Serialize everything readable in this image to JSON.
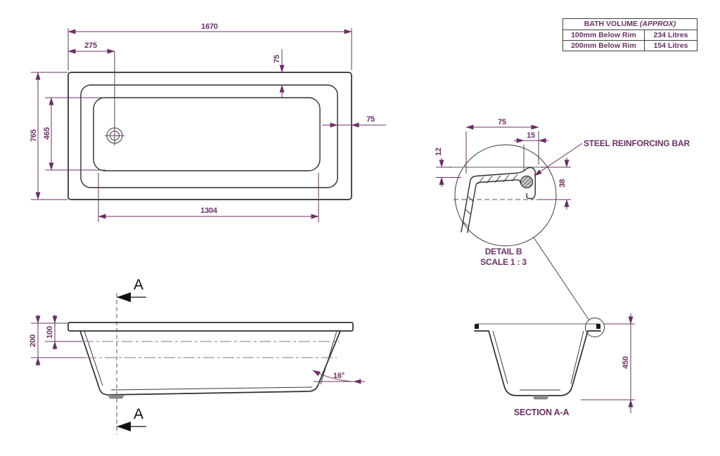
{
  "colors": {
    "dimension": "#693064",
    "geometry": "#2e2e2e",
    "centerline": "#8f6e96",
    "muted_gray": "#909090"
  },
  "volume_table": {
    "title": "BATH VOLUME",
    "title_note": "(APPROX)",
    "rows": [
      {
        "label": "100mm Below Rim",
        "value": "234 Litres"
      },
      {
        "label": "200mm Below Rim",
        "value": "154 Litres"
      }
    ]
  },
  "plan": {
    "length_overall": "1670",
    "waste_offset": "275",
    "rim_width_top": "75",
    "rim_width_right": "75",
    "width_overall": "765",
    "basin_width": "465",
    "basin_length": "1304"
  },
  "side": {
    "depth_200": "200",
    "depth_100": "100",
    "slope_angle": "16°",
    "section_label": "A"
  },
  "detail": {
    "title": "DETAIL B",
    "scale": "SCALE 1 : 3",
    "callout": "STEEL REINFORCING BAR",
    "rim_overhang": "75",
    "bar_inset": "15",
    "shell_thickness": "12",
    "rim_return": "38"
  },
  "section": {
    "title": "SECTION A-A",
    "depth": "450"
  }
}
